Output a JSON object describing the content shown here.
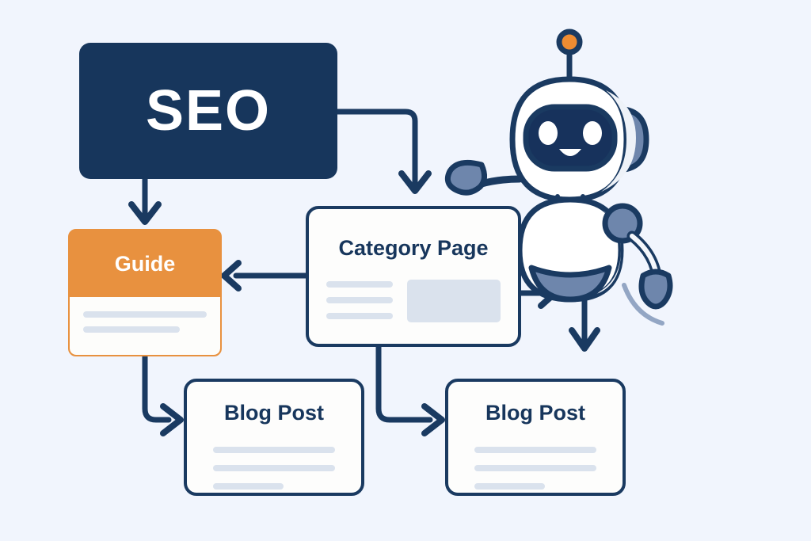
{
  "diagram": {
    "title": "SEO content hierarchy flowchart",
    "background_color": "#f1f5fd",
    "line_color": "#1a3a61"
  },
  "nodes": {
    "seo": {
      "label": "SEO",
      "background_color": "#17365c",
      "text_color": "#ffffff"
    },
    "guide": {
      "label": "Guide",
      "background_color": "#e8913f",
      "text_color": "#ffffff",
      "body_color": "#fdfdfb",
      "lines": [
        "",
        ""
      ]
    },
    "category_page": {
      "label": "Category Page",
      "text_color": "#17365c",
      "border_color": "#1a3a61",
      "background_color": "#fdfdfc",
      "lines": [
        "",
        "",
        ""
      ],
      "thumbnail": "",
      "placeholder_color": "#dae2ed"
    },
    "blog_post_1": {
      "label": "Blog Post",
      "text_color": "#17365c",
      "border_color": "#1a3a61",
      "background_color": "#fdfdfc",
      "lines": [
        "",
        "",
        ""
      ]
    },
    "blog_post_2": {
      "label": "Blog Post",
      "text_color": "#17365c",
      "border_color": "#1a3a61",
      "background_color": "#fdfdfc",
      "lines": [
        "",
        "",
        ""
      ]
    }
  },
  "connectors": [
    {
      "name": "seo-to-guide",
      "from": "seo",
      "to": "guide",
      "style": "straight-down"
    },
    {
      "name": "seo-to-category-page",
      "from": "seo",
      "to": "category_page",
      "style": "elbow-right-down"
    },
    {
      "name": "category-page-to-guide",
      "from": "category_page",
      "to": "guide",
      "style": "straight-left"
    },
    {
      "name": "guide-to-blog-post-1",
      "from": "guide",
      "to": "blog_post_1",
      "style": "elbow-down-right"
    },
    {
      "name": "category-page-to-blog-post-2",
      "from": "category_page",
      "to": "blog_post_2",
      "style": "elbow-down-right"
    },
    {
      "name": "category-page-to-robot",
      "from": "category_page",
      "to": "robot",
      "style": "straight-right"
    },
    {
      "name": "robot-to-blog-post-2",
      "from": "robot",
      "to": "blog_post_2",
      "style": "straight-down"
    }
  ],
  "robot": {
    "name": "assistant-robot-mascot",
    "antenna_color": "#ee8c32",
    "body_color": "#ffffff",
    "outline_color": "#1a3a61",
    "accent_color": "#6e86ac",
    "visor_color": "#17325c",
    "expression": "smiling",
    "eyes": 2,
    "pose": "waving"
  }
}
